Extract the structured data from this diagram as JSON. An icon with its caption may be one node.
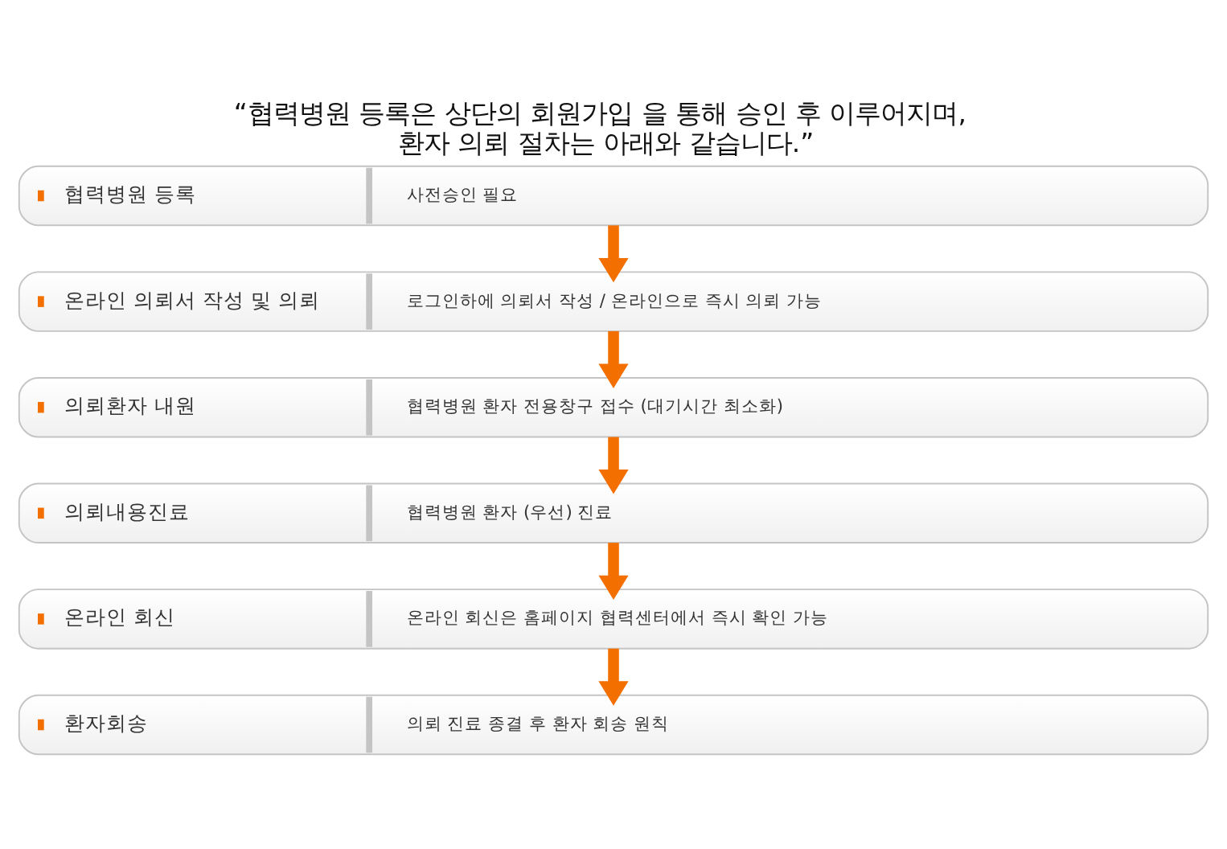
{
  "diagram": {
    "title": "“협력병원 등록은 상단의 회원가입 을 통해 승인 후 이루어지며, 환자 의뢰 절차는 아래와 같습니다.”",
    "nodes": [
      {
        "text": [
          "협력병원 등록",
          "사전승인 필요"
        ]
      },
      {
        "text": [
          "온라인 의뢰서 작성 및 의뢰",
          "로그인하에 의뢰서 작성 / 온라인으로 즉시 의뢰 가능"
        ]
      },
      {
        "text": [
          "의뢰환자 내원",
          "협력병원 환자 전용창구 접수 (대기시간 최소화)"
        ]
      },
      {
        "text": [
          "의뢰내용진료",
          "협력병원 환자 (우선) 진료"
        ]
      },
      {
        "text": [
          "온라인 회신",
          "온라인 회신은 홈페이지 협력센터에서 즉시 확인 가능"
        ]
      },
      {
        "text": [
          "환자회송",
          "의뢰 진료 종결 후 환자 회송 원칙"
        ]
      }
    ],
    "edges": [
      {
        "from": 0,
        "to": 1,
        "arrow": "to"
      },
      {
        "from": 1,
        "to": 2,
        "arrow": "to"
      },
      {
        "from": 2,
        "to": 3,
        "arrow": "to"
      },
      {
        "from": 3,
        "to": 4,
        "arrow": "to"
      },
      {
        "from": 4,
        "to": 5,
        "arrow": "to"
      }
    ]
  }
}
